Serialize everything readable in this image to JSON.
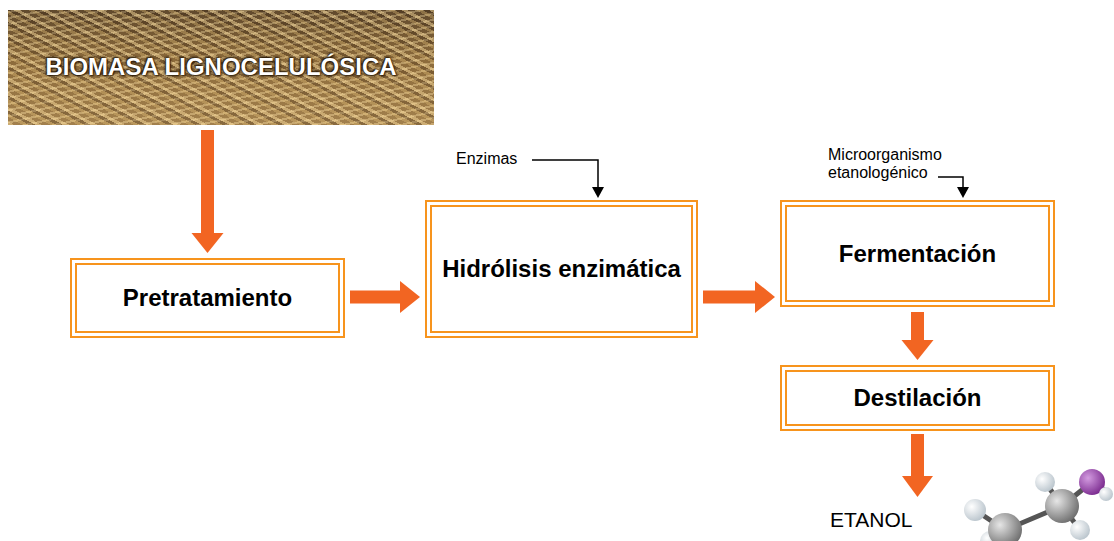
{
  "diagram": {
    "nodes": [
      {
        "text": [
          "BIOMASA LIGNOCELULÓSICA"
        ]
      },
      {
        "text": [
          "Pretratamiento"
        ]
      },
      {
        "text": [
          "Hidrólisis enzimática"
        ]
      },
      {
        "text": [
          "Fermentación"
        ]
      },
      {
        "text": [
          "Destilación"
        ]
      }
    ],
    "edges": [
      {
        "from": 0,
        "to": 1,
        "arrow": "to"
      },
      {
        "from": 1,
        "to": 2,
        "arrow": "to"
      },
      {
        "from": 2,
        "to": 3,
        "arrow": "to"
      },
      {
        "from": 3,
        "to": 4,
        "arrow": "to"
      }
    ],
    "labels": [
      "Enzimas",
      "Microorganismo etanologénico",
      "ETANOL"
    ]
  }
}
